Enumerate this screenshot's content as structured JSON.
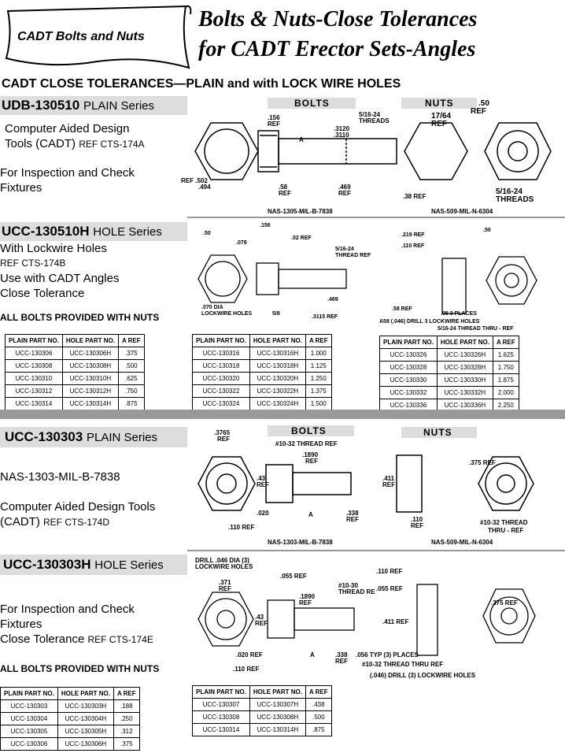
{
  "badge": "CADT Bolts and Nuts",
  "header": {
    "line1": "Bolts & Nuts-Close Tolerances",
    "line2": "for CADT Erector Sets-Angles"
  },
  "subheader": "CADT CLOSE TOLERANCES—PLAIN and with LOCK WIRE HOLES",
  "sec1": {
    "code": "UDB-130510",
    "kind": "PLAIN Series",
    "desc1": "Computer Aided Design",
    "desc2": "Tools (CADT)",
    "ref": "REF CTS-174A",
    "desc3": "For Inspection and Check",
    "desc4": "Fixtures",
    "bolts_cap": "BOLTS",
    "nuts_cap": "NUTS",
    "bolt_spec": "NAS-1305-MIL-B-7838",
    "nut_spec": "NAS-509-MIL-N-6304",
    "dims": {
      "d156": ".156",
      "ref": "REF",
      "d516": "5/16-24",
      "threads": "THREADS",
      "d3120": ".3120",
      "d3110": ".3110",
      "a": "A",
      "ref502": "REF .502",
      "d494": ".494",
      "d58": ".58",
      "d469": ".469",
      "d1764": "17/64",
      "d50": ".50",
      "d38": ".38 REF",
      "n516": "5/16-24",
      "nthreads": "THREADS"
    }
  },
  "sec2": {
    "code": "UCC-130510H",
    "kind": "HOLE Series",
    "desc1": "With Lockwire Holes",
    "ref": "REF CTS-174B",
    "desc2": "Use with CADT Angles",
    "desc3": "Close Tolerance",
    "note": "ALL BOLTS PROVIDED WITH NUTS",
    "dims": {
      "d50": ".50",
      "d079": ".079",
      "d156": ".156",
      "d02": ".02 REF",
      "d516": "5/16-24",
      "thread": "THREAD REF",
      "d070": ".070 DIA",
      "lock": "LOCKWIRE HOLES",
      "d58": "5/8",
      "d469": ".469",
      "d3115": ".3115 REF",
      "d219": ".219 REF",
      "d110": ".110 REF",
      "nd50": ".50",
      "d58r": ".58 REF",
      "d05": ".05  3 PLACES",
      "d046": "A58 (.046) DRILL 3 LOCKWIRE HOLES",
      "thru": "5/16-24 THREAD THRU - REF"
    },
    "tables": [
      {
        "headers": [
          "PLAIN PART NO.",
          "HOLE PART NO.",
          "A REF"
        ],
        "rows": [
          [
            "UCC-130306",
            "UCC-130306H",
            ".375"
          ],
          [
            "UCC-130308",
            "UCC-130308H",
            ".500"
          ],
          [
            "UCC-130310",
            "UCC-130310H",
            ".625"
          ],
          [
            "UCC-130312",
            "UCC-130312H",
            ".750"
          ],
          [
            "UCC-130314",
            "UCC-130314H",
            ".875"
          ]
        ]
      },
      {
        "headers": [
          "PLAIN PART NO.",
          "HOLE PART NO.",
          "A REF"
        ],
        "rows": [
          [
            "UCC-130316",
            "UCC-130316H",
            "1.000"
          ],
          [
            "UCC-130318",
            "UCC-130318H",
            "1.125"
          ],
          [
            "UCC-130320",
            "UCC-130320H",
            "1.250"
          ],
          [
            "UCC-130322",
            "UCC-130322H",
            "1.375"
          ],
          [
            "UCC-130324",
            "UCC-130324H",
            "1.500"
          ]
        ]
      },
      {
        "headers": [
          "PLAIN PART NO.",
          "HOLE PART NO.",
          "A REF"
        ],
        "rows": [
          [
            "UCC-130326",
            "UCC-130326H",
            "1.625"
          ],
          [
            "UCC-130328",
            "UCC-130328H",
            "1.750"
          ],
          [
            "UCC-130330",
            "UCC-130330H",
            "1.875"
          ],
          [
            "UCC-130332",
            "UCC-130332H",
            "2.000"
          ],
          [
            "UCC-130336",
            "UCC-130336H",
            "2.250"
          ]
        ]
      }
    ]
  },
  "sec3": {
    "code": "UCC-130303",
    "kind": "PLAIN Series",
    "spec": "NAS-1303-MIL-B-7838",
    "desc1": "Computer Aided Design Tools",
    "desc2": "(CADT)",
    "ref": "REF CTS-174D",
    "bolts_cap": "BOLTS",
    "nuts_cap": "NUTS",
    "bolt_spec": "NAS-1303-MIL-B-7838",
    "nut_spec": "NAS-509-MIL-N-6304",
    "dims": {
      "d3765": ".3765",
      "ref": "REF",
      "thread": "#10-32 THREAD REF",
      "d1890": ".1890",
      "d43": ".43",
      "d020": ".020",
      "a": "A",
      "d338": ".338",
      "d110": ".110 REF",
      "d411": ".411",
      "nd110": ".110",
      "d375": ".375 REF",
      "nthread": "#10-32 THREAD",
      "thru": "THRU - REF"
    }
  },
  "sec4": {
    "code": "UCC-130303H",
    "kind": "HOLE Series",
    "desc1": "For Inspection and Check",
    "desc2": "Fixtures",
    "desc3": "Close Tolerance",
    "ref": "REF CTS-174E",
    "note": "ALL BOLTS PROVIDED WITH NUTS",
    "dims": {
      "drill": "DRILL .046 DIA (3)",
      "lock": "LOCKWIRE HOLES",
      "d371": ".371",
      "ref": "REF",
      "d055": ".055 REF",
      "d1890": ".1890",
      "thread": "#10-30",
      "thread2": "THREAD RE",
      "d43": ".43",
      "d020": ".020 REF",
      "a": "A",
      "d338": ".338",
      "d110": ".110 REF",
      "n110": ".110 REF",
      "n055": ".055 REF",
      "d411": ".411 REF",
      "d375": ".375 REF",
      "typ": ".056 TYP (3) PLACES",
      "nthru": "#10-32 THREAD THRU REF",
      "ndrill": "(.046) DRILL (3) LOCKWIRE HOLES"
    },
    "tables": [
      {
        "headers": [
          "PLAIN PART NO.",
          "HOLE PART NO.",
          "A REF"
        ],
        "rows": [
          [
            "UCC-130303",
            "UCC-130303H",
            ".188"
          ],
          [
            "UCC-130304",
            "UCC-130304H",
            ".250"
          ],
          [
            "UCC-130305",
            "UCC-130305H",
            ".312"
          ],
          [
            "UCC-130306",
            "UCC-130306H",
            ".375"
          ]
        ]
      },
      {
        "headers": [
          "PLAIN PART NO.",
          "HOLE PART NO.",
          "A REF"
        ],
        "rows": [
          [
            "UCC-130307",
            "UCC-130307H",
            ".438"
          ],
          [
            "UCC-130308",
            "UCC-130308H",
            ".500"
          ],
          [
            "UCC-130314",
            "UCC-130314H",
            ".875"
          ]
        ]
      }
    ]
  }
}
